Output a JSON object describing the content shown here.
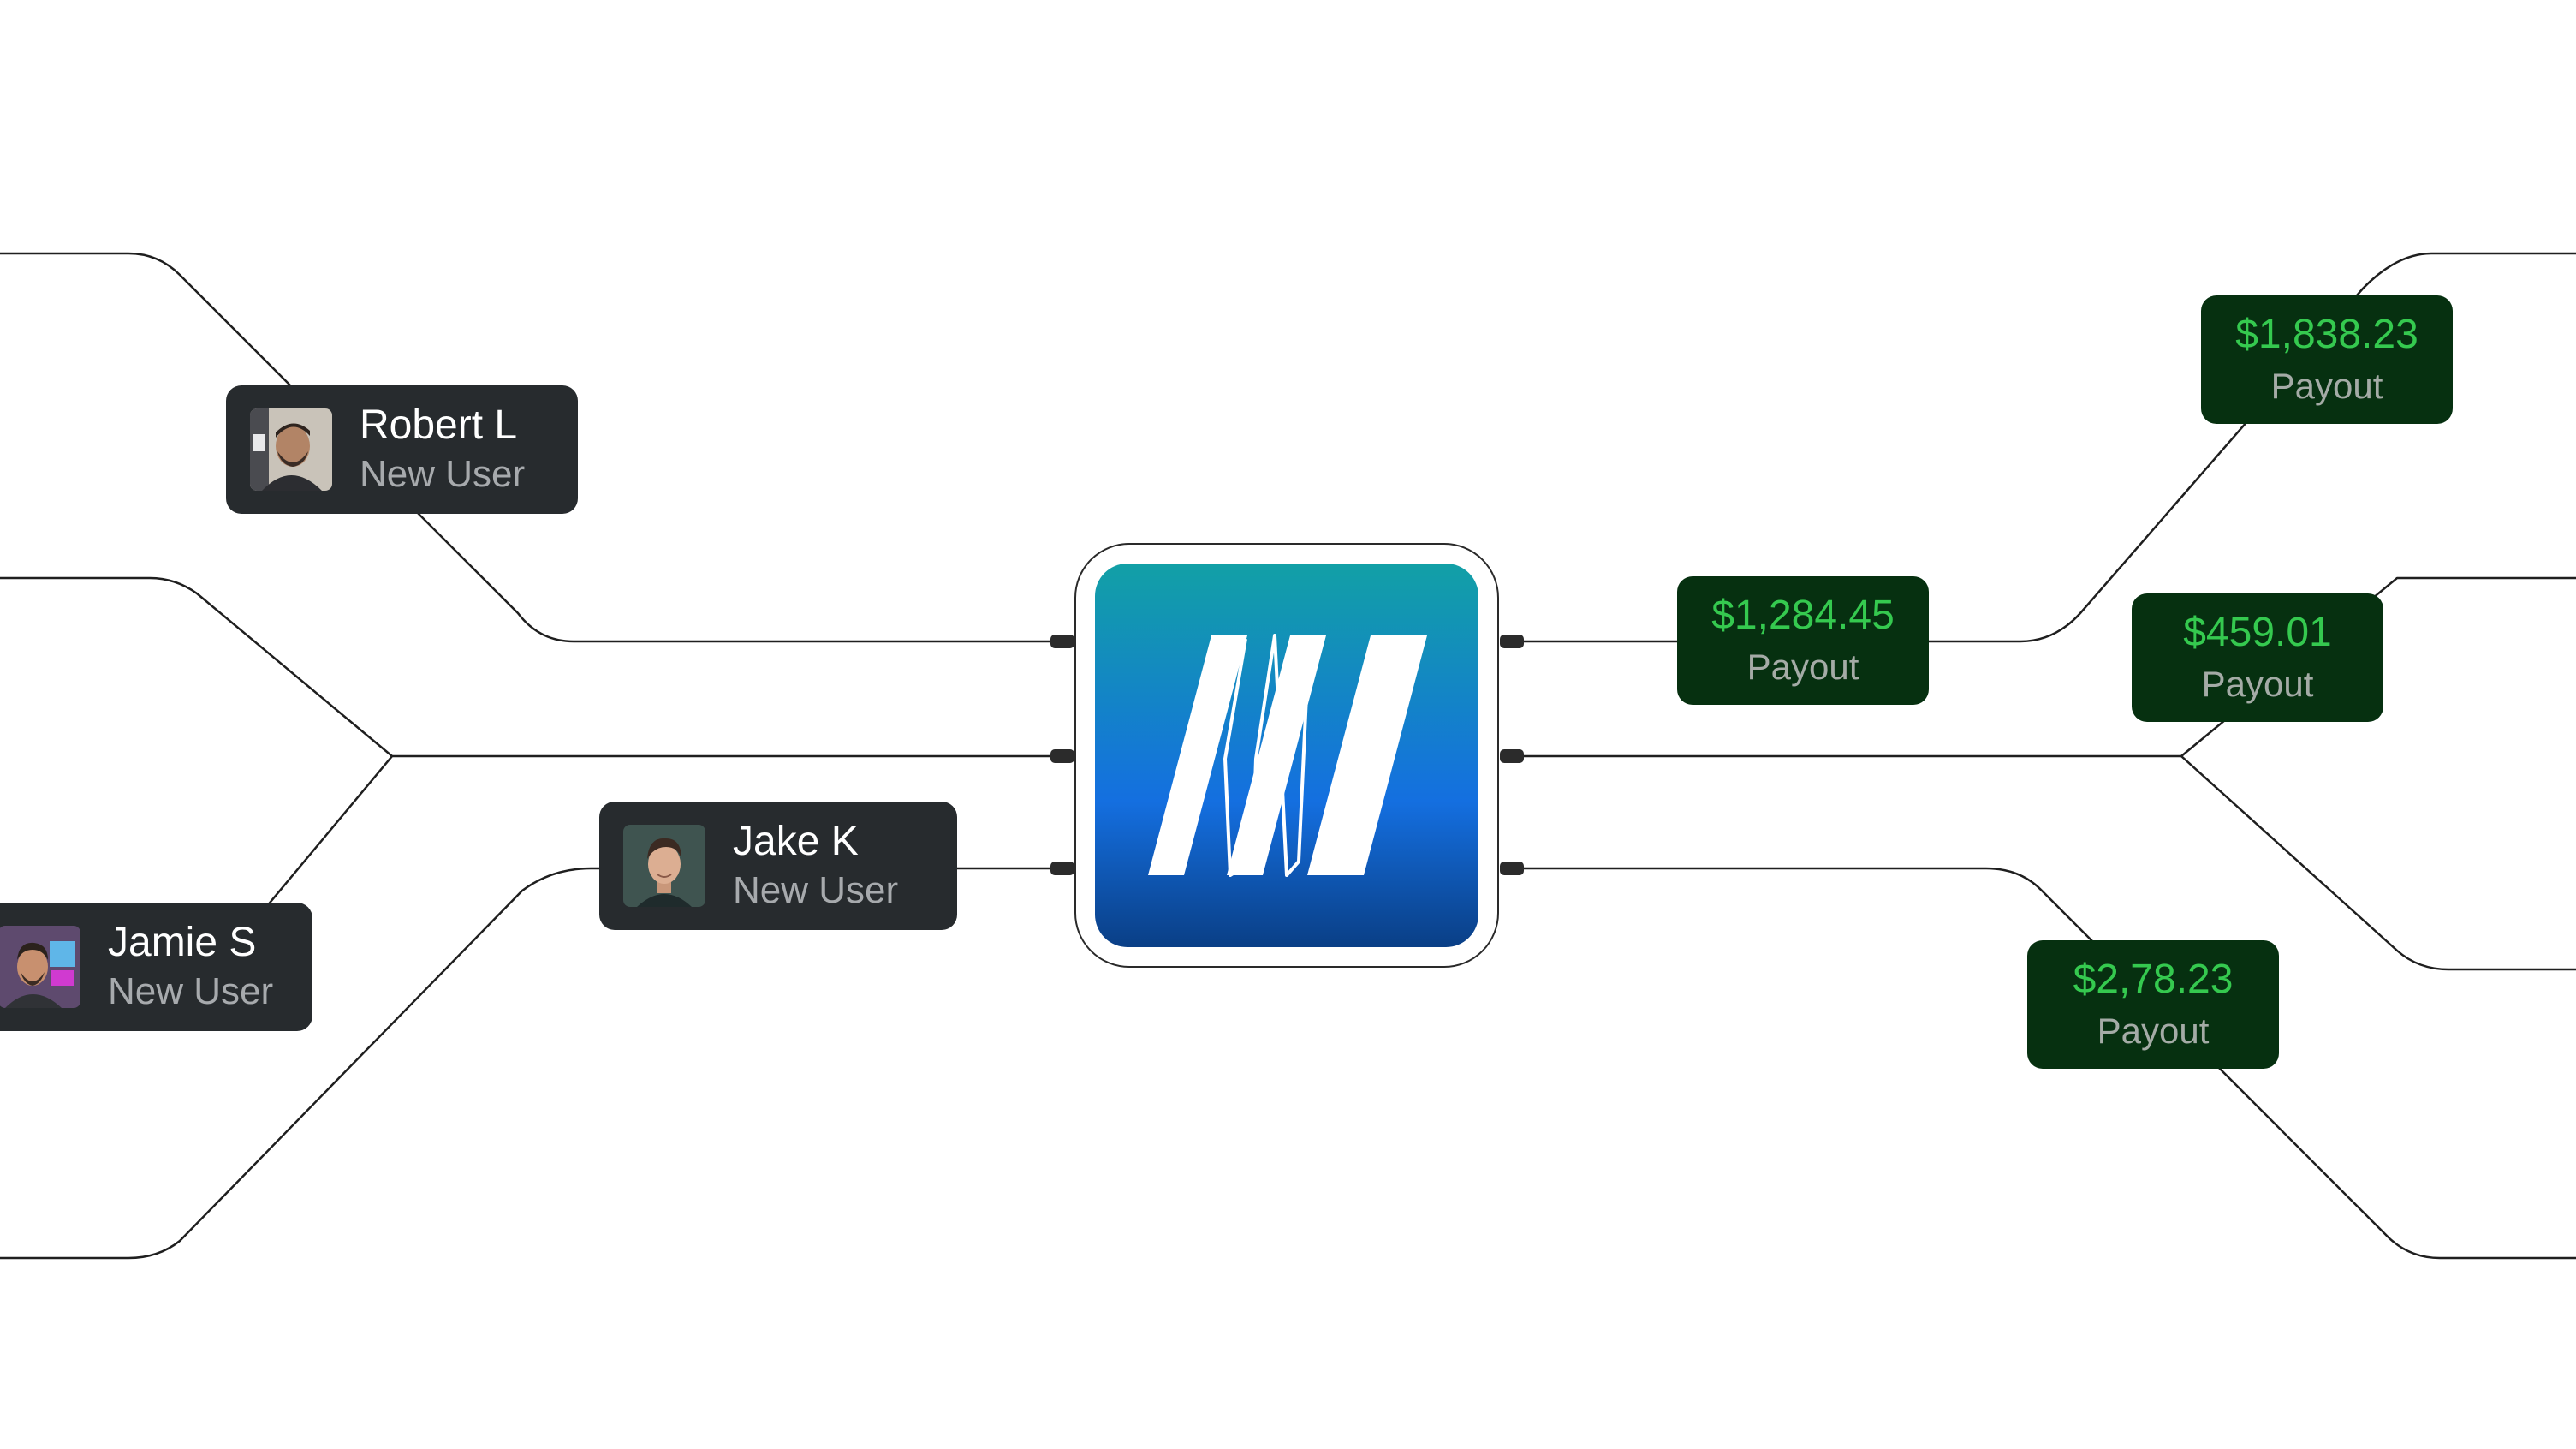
{
  "users": [
    {
      "name": "Robert L",
      "status": "New User"
    },
    {
      "name": "Jake K",
      "status": "New User"
    },
    {
      "name": "Jamie S",
      "status": "New User"
    }
  ],
  "payouts": [
    {
      "amount": "$1,838.23",
      "label": "Payout"
    },
    {
      "amount": "$1,284.45",
      "label": "Payout"
    },
    {
      "amount": "$459.01",
      "label": "Payout"
    },
    {
      "amount": "$2,78.23",
      "label": "Payout"
    }
  ],
  "colors": {
    "user_card_bg": "#272b2e",
    "payout_card_bg": "#063010",
    "payout_amount": "#35c94f",
    "logo_gradient_top": "#12a0a6",
    "logo_gradient_mid": "#146fe0",
    "logo_gradient_bottom": "#0a3f86"
  },
  "icons": {
    "hub": "brand-logo-icon",
    "avatars": [
      "avatar-robert",
      "avatar-jake",
      "avatar-jamie"
    ]
  }
}
